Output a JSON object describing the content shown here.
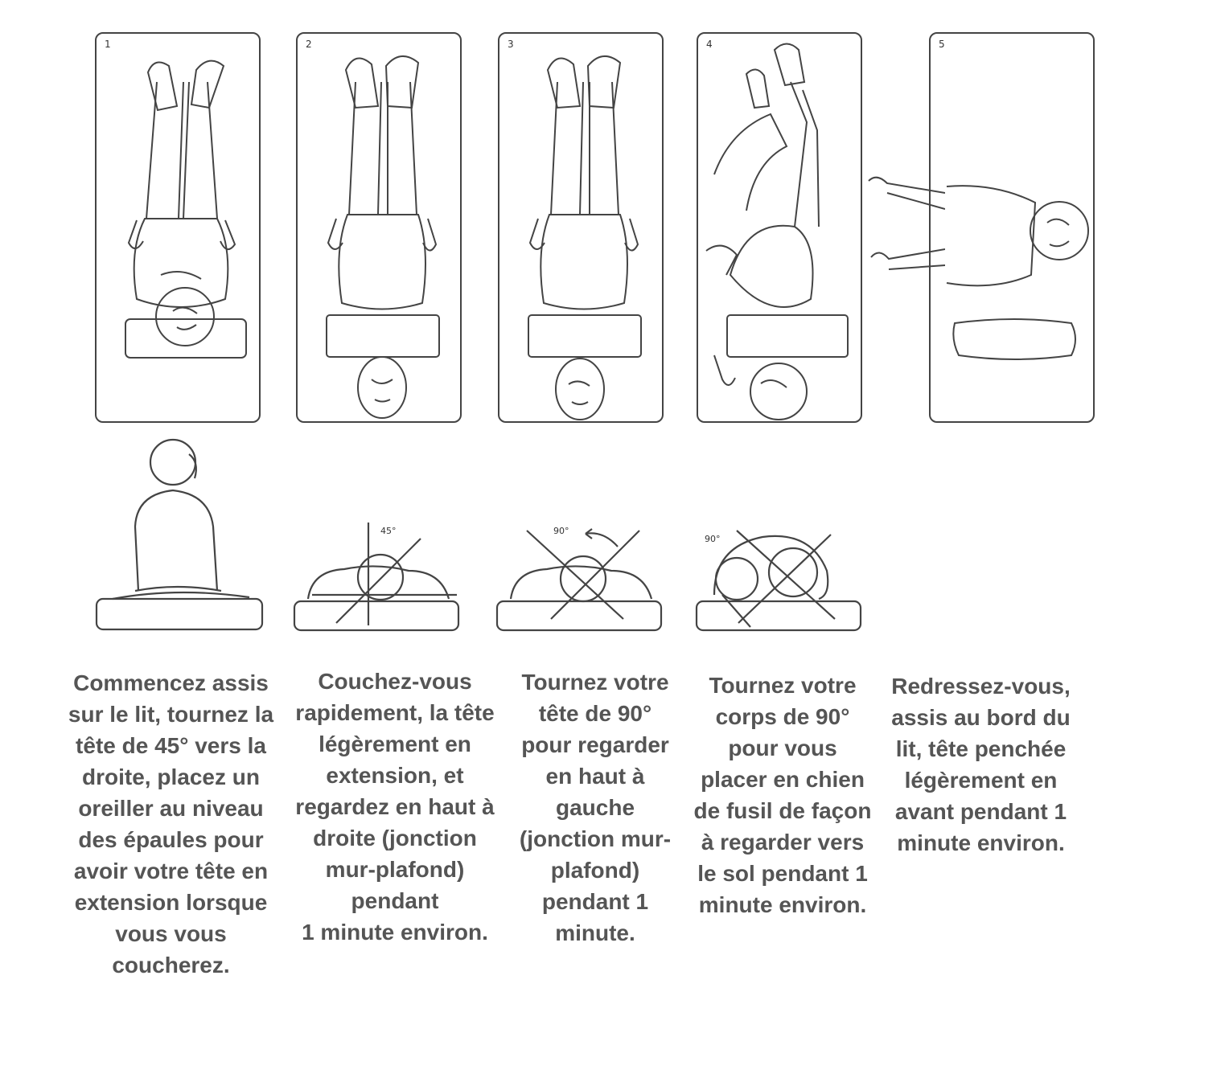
{
  "panels": [
    {
      "number": "1"
    },
    {
      "number": "2"
    },
    {
      "number": "3"
    },
    {
      "number": "4"
    },
    {
      "number": "5"
    }
  ],
  "angles": {
    "step2": "45°",
    "step3": "90°",
    "step4": "90°"
  },
  "captions": [
    "Commencez assis\nsur le lit, tournez la\ntête de 45° vers la\ndroite, placez un\noreiller au niveau\ndes épaules pour\navoir votre tête en\nextension lorsque\nvous vous\ncoucherez.",
    "Couchez-vous\nrapidement, la tête\nlégèrement en\nextension, et\nregardez en haut à\ndroite (jonction\nmur-plafond)\npendant\n1 minute environ.",
    "Tournez votre\ntête de 90°\npour regarder\nen haut à\ngauche\n(jonction mur-\nplafond)\npendant 1\nminute.",
    "Tournez votre\ncorps de 90°\npour vous\nplacer en chien\nde fusil de façon\nà regarder vers\nle sol pendant 1\nminute environ.",
    "Redressez-vous,\nassis au bord du\nlit, tête penchée\nlégèrement en\navant pendant 1\nminute environ."
  ]
}
